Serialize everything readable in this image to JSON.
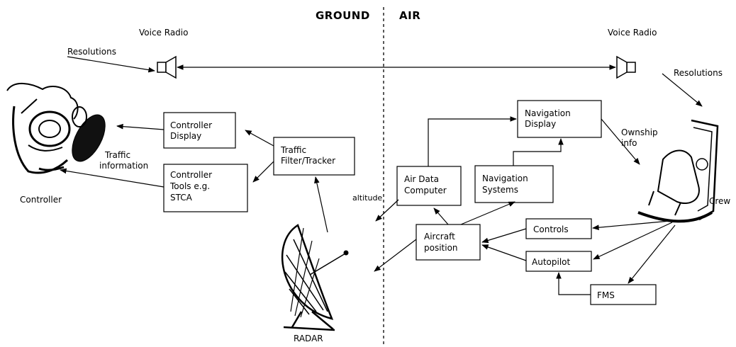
{
  "headers": {
    "ground": "GROUND",
    "air": "AIR"
  },
  "labels": {
    "voice_radio_left": "Voice Radio",
    "voice_radio_right": "Voice Radio",
    "resolutions_left": "Resolutions",
    "resolutions_right": "Resolutions",
    "controller": "Controller",
    "crew": "Crew",
    "radar": "RADAR",
    "traffic_information": [
      "Traffic",
      "information"
    ],
    "ownship_info": [
      "Ownship",
      "info"
    ],
    "altitude": "altitude"
  },
  "boxes": {
    "controller_display": [
      "Controller",
      "Display"
    ],
    "controller_tools": [
      "Controller",
      "Tools e.g.",
      "STCA"
    ],
    "traffic_filter": [
      "Traffic",
      "Filter/Tracker"
    ],
    "air_data_computer": [
      "Air Data",
      "Computer"
    ],
    "navigation_display": [
      "Navigation",
      "Display"
    ],
    "navigation_systems": [
      "Navigation",
      "Systems"
    ],
    "aircraft_position": [
      "Aircraft",
      "position"
    ],
    "controls": [
      "Controls"
    ],
    "autopilot": [
      "Autopilot"
    ],
    "fms": [
      "FMS"
    ]
  }
}
